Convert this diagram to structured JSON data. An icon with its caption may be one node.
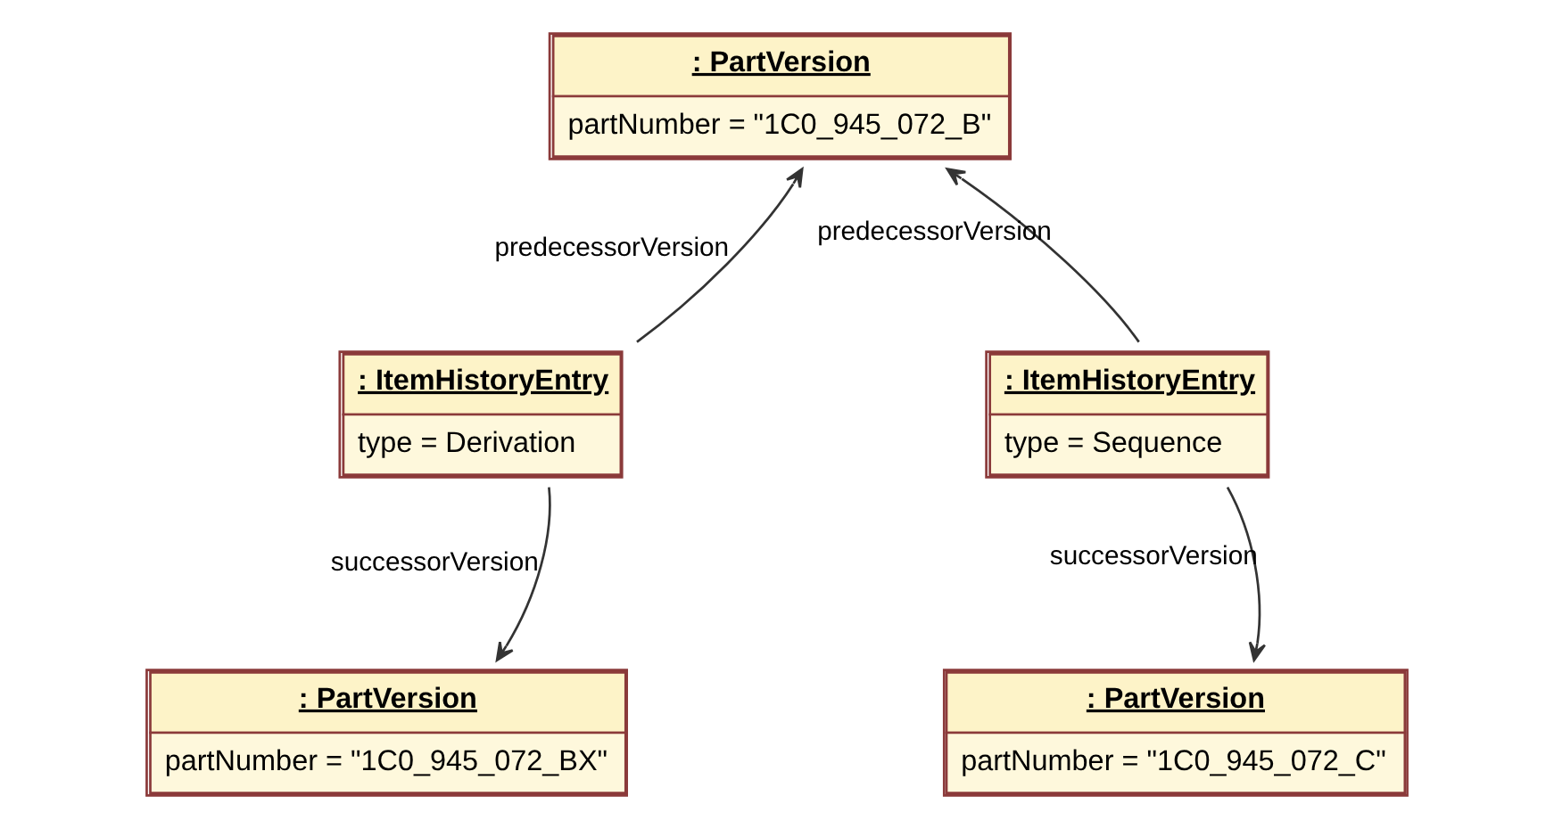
{
  "diagram": {
    "nodes": [
      {
        "text": [
          ": PartVersion",
          "partNumber = \"1C0_945_072_B\""
        ]
      },
      {
        "text": [
          ": ItemHistoryEntry",
          "type = Derivation"
        ]
      },
      {
        "text": [
          ": ItemHistoryEntry",
          "type = Sequence"
        ]
      },
      {
        "text": [
          ": PartVersion",
          "partNumber = \"1C0_945_072_BX\""
        ]
      },
      {
        "text": [
          ": PartVersion",
          "partNumber = \"1C0_945_072_C\""
        ]
      }
    ],
    "edges": [
      {
        "from": 1,
        "to": 0,
        "arrow": "to",
        "label": "predecessorVersion"
      },
      {
        "from": 1,
        "to": 3,
        "arrow": "to",
        "label": "successorVersion"
      },
      {
        "from": 2,
        "to": 0,
        "arrow": "to",
        "label": "predecessorVersion"
      },
      {
        "from": 2,
        "to": 4,
        "arrow": "to",
        "label": "successorVersion"
      }
    ]
  }
}
